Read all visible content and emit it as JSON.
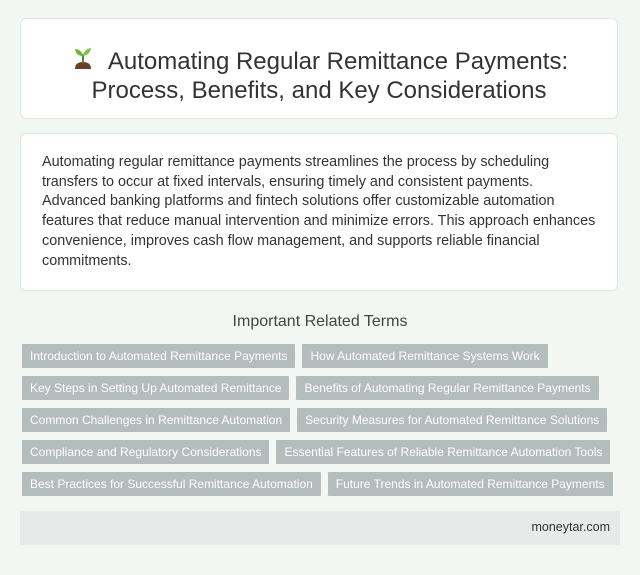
{
  "title": {
    "icon": "seedling-icon",
    "text": "Automating Regular Remittance Payments: Process, Benefits, and Key Considerations"
  },
  "intro": {
    "text": "Automating regular remittance payments streamlines the process by scheduling transfers to occur at fixed intervals, ensuring timely and consistent payments. Advanced banking platforms and fintech solutions offer customizable automation features that reduce manual intervention and minimize errors. This approach enhances convenience, improves cash flow management, and supports reliable financial commitments."
  },
  "related": {
    "heading": "Important Related Terms",
    "terms": [
      "Introduction to Automated Remittance Payments",
      "How Automated Remittance Systems Work",
      "Key Steps in Setting Up Automated Remittance",
      "Benefits of Automating Regular Remittance Payments",
      "Common Challenges in Remittance Automation",
      "Security Measures for Automated Remittance Solutions",
      "Compliance and Regulatory Considerations",
      "Essential Features of Reliable Remittance Automation Tools",
      "Best Practices for Successful Remittance Automation",
      "Future Trends in Automated Remittance Payments"
    ]
  },
  "footer": {
    "site": "moneytar.com"
  },
  "colors": {
    "background": "#f2f7f4",
    "card": "#ffffff",
    "tag": "#b5bcbc",
    "footer": "#e6eae8"
  }
}
